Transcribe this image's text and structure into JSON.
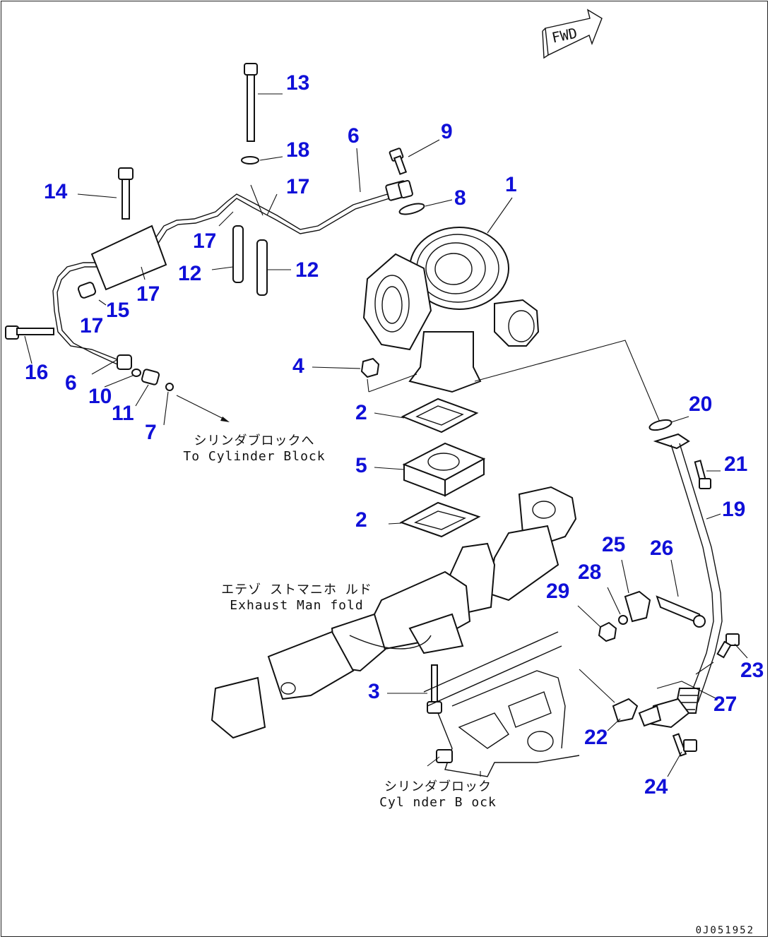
{
  "fwd_label": "FWD",
  "drawing_code": "0J051952",
  "captions": [
    {
      "id": "to-cylinder-block",
      "ja": "シリンダブロックへ",
      "en": "To Cylinder Block"
    },
    {
      "id": "exhaust-manifold",
      "ja": "エテゾ ストマニホ ルド",
      "en": "Exhaust Man fold"
    },
    {
      "id": "cylinder-block",
      "ja": "シリンダブロック",
      "en": "Cyl nder B ock"
    }
  ],
  "callouts": [
    "1",
    "2",
    "2",
    "3",
    "4",
    "5",
    "6",
    "6",
    "7",
    "8",
    "9",
    "10",
    "11",
    "12",
    "12",
    "13",
    "14",
    "15",
    "16",
    "17",
    "17",
    "17",
    "17",
    "18",
    "19",
    "20",
    "21",
    "22",
    "23",
    "24",
    "25",
    "26",
    "27",
    "28",
    "29"
  ],
  "callout_color": "#1010d8"
}
